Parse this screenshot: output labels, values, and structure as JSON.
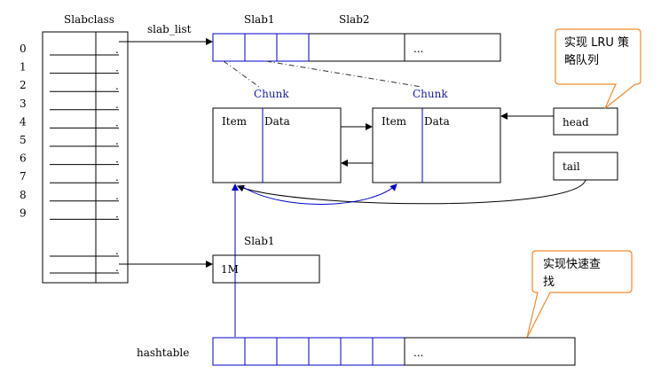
{
  "slabclass": {
    "title": "Slabclass",
    "indices": [
      "0",
      "1",
      "2",
      "3",
      "4",
      "5",
      "6",
      "7",
      "8",
      "9"
    ]
  },
  "slab_list_label": "slab_list",
  "slab_top": {
    "slab1_label": "Slab1",
    "slab2_label": "Slab2",
    "ellipsis": "..."
  },
  "chunks": [
    {
      "label": "Chunk",
      "item": "Item",
      "data": "Data"
    },
    {
      "label": "Chunk",
      "item": "Item",
      "data": "Data"
    }
  ],
  "lru": {
    "head": "head",
    "tail": "tail"
  },
  "callouts": {
    "lru": {
      "line1": "实现 LRU 策",
      "line2": "略队列"
    },
    "fast_lookup": {
      "line1": "实现快速查",
      "line2": "找"
    }
  },
  "slab_mid": {
    "label": "Slab1",
    "size": "1M"
  },
  "hashtable": {
    "label": "hashtable",
    "ellipsis": "..."
  },
  "colors": {
    "blue": "#0000cc",
    "callout_border": "#f08a2c",
    "black": "#000000"
  }
}
